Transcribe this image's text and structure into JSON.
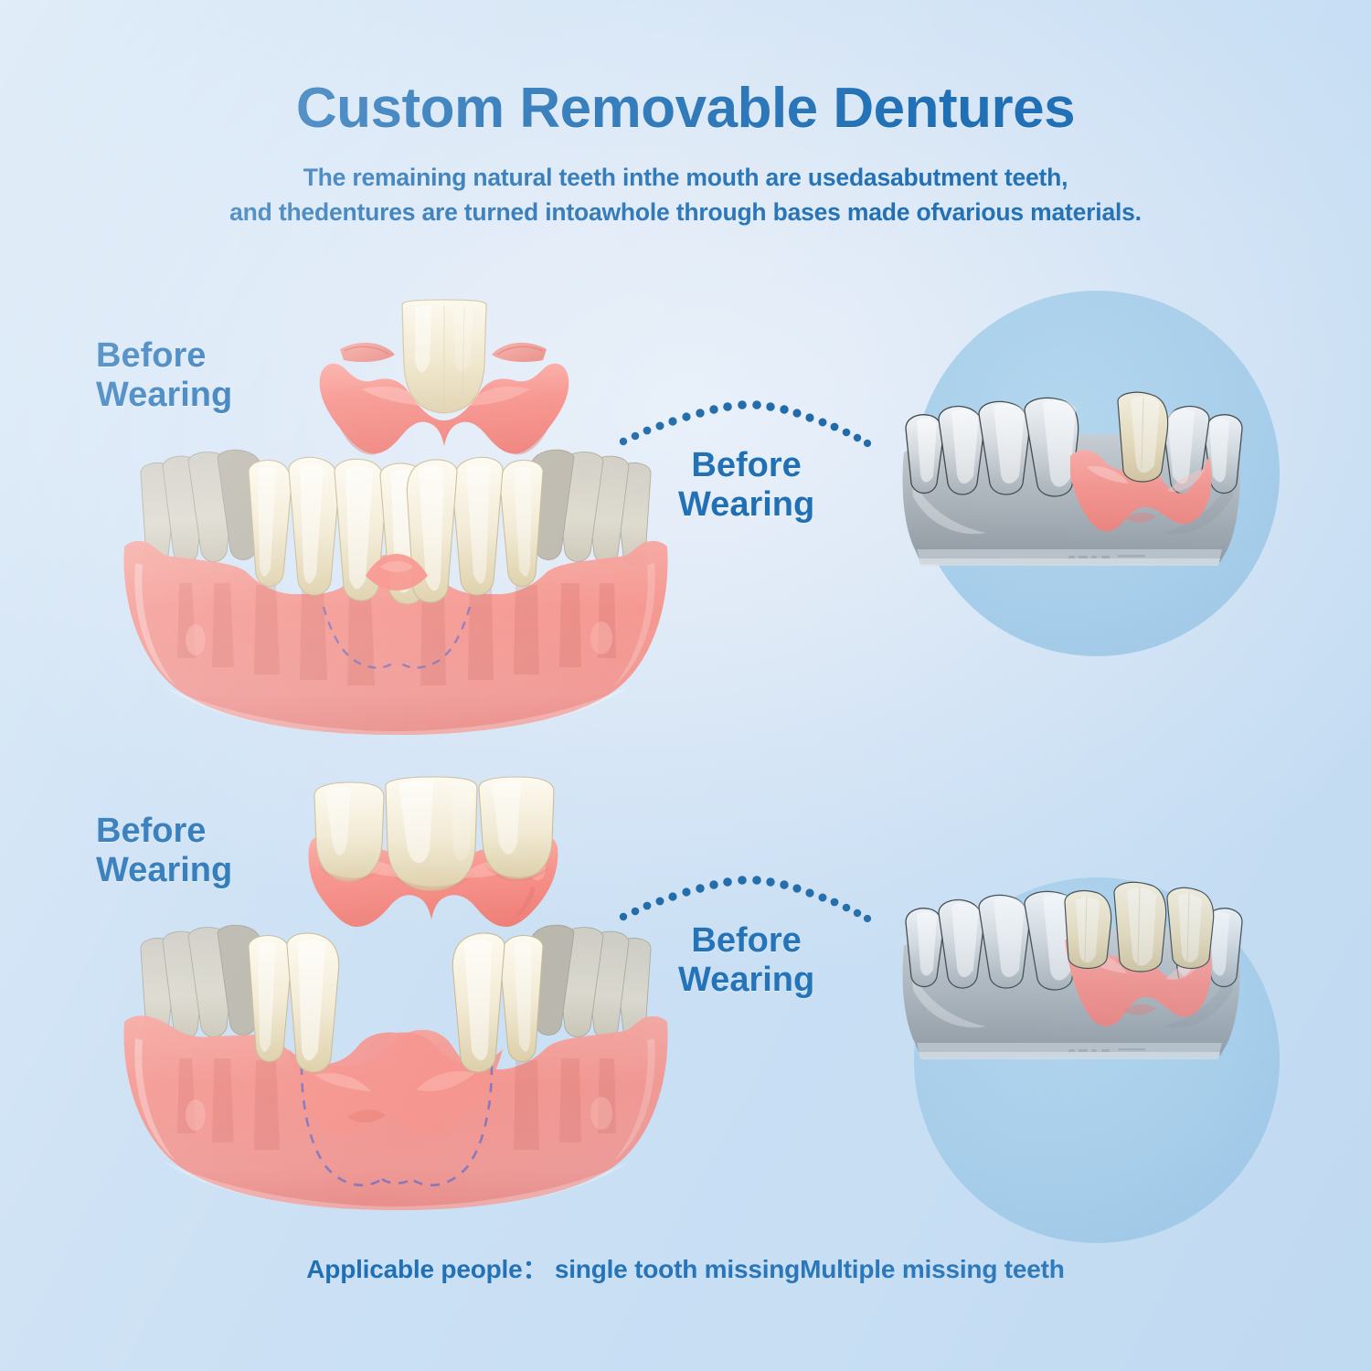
{
  "page": {
    "title": "Custom Removable Dentures",
    "subtitle_line1": "The remaining natural teeth inthe mouth are usedasabutment teeth,",
    "subtitle_line2": "and thedentures are turned intoawhole through bases made ofvarious materials.",
    "footer": "Applicable people： single tooth missingMultiple missing teeth"
  },
  "colors": {
    "brand_blue": "#1f6fb5",
    "text_blue": "#2170b5",
    "background_light": "#e3ecf8",
    "background_edge": "#c2dcf2",
    "circle_fill": "#a8cfea",
    "gum_pink": "#f58b85",
    "gum_pink_light": "#f9a9a2",
    "denture_pink": "#f6928c",
    "tooth_cream": "#efe7d2",
    "tooth_white": "#f7f3e6",
    "model_gray": "#c9cdd1",
    "dot_blue": "#1f6aa8"
  },
  "rows": [
    {
      "id": "row-single-tooth",
      "label_left_line1": "Before",
      "label_left_line2": "Wearing",
      "label_mid_line1": "Before",
      "label_mid_line2": "Wearing",
      "appliance": {
        "name": "single-tooth-partial-denture",
        "tooth_count": 1,
        "has_clasps": true
      },
      "jaw": {
        "name": "lower-jaw-model-with-gap",
        "missing_teeth": 1
      },
      "inset": {
        "name": "plaster-model-with-denture-fitted",
        "fitted_tooth_count": 1
      }
    },
    {
      "id": "row-multiple-teeth",
      "label_left_line1": "Before",
      "label_left_line2": "Wearing",
      "label_mid_line1": "Before",
      "label_mid_line2": "Wearing",
      "appliance": {
        "name": "three-tooth-partial-denture",
        "tooth_count": 3,
        "has_clasps": false
      },
      "jaw": {
        "name": "lower-jaw-model-with-wide-gap",
        "missing_teeth": 3
      },
      "inset": {
        "name": "plaster-model-with-denture-fitted",
        "fitted_tooth_count": 3
      }
    }
  ]
}
